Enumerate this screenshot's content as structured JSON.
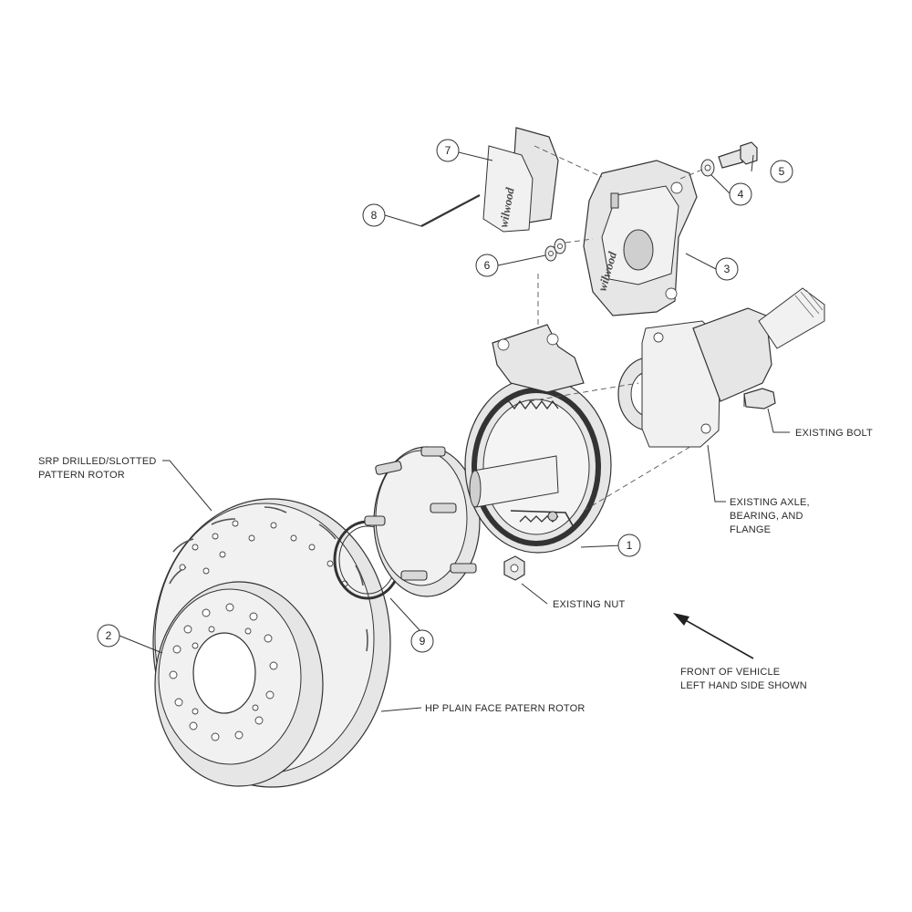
{
  "callouts": [
    {
      "id": "callout-1",
      "number": "1"
    },
    {
      "id": "callout-2",
      "number": "2"
    },
    {
      "id": "callout-3",
      "number": "3"
    },
    {
      "id": "callout-4",
      "number": "4"
    },
    {
      "id": "callout-5",
      "number": "5"
    },
    {
      "id": "callout-6",
      "number": "6"
    },
    {
      "id": "callout-7",
      "number": "7"
    },
    {
      "id": "callout-8",
      "number": "8"
    },
    {
      "id": "callout-9",
      "number": "9"
    }
  ],
  "labels": {
    "existing_bolt": "EXISTING BOLT",
    "existing_axle_1": "EXISTING AXLE,",
    "existing_axle_2": "BEARING,  AND",
    "existing_axle_3": "FLANGE",
    "existing_nut": "EXISTING NUT",
    "srp_rotor_1": "SRP DRILLED/SLOTTED",
    "srp_rotor_2": "PATTERN ROTOR",
    "hp_rotor": "HP PLAIN FACE PATERN ROTOR",
    "front_1": "FRONT OF VEHICLE",
    "front_2": "LEFT HAND SIDE SHOWN"
  },
  "logos": {
    "pad_logo": "wilwood",
    "caliper_logo": "wilwood"
  },
  "colors": {
    "line": "#333333",
    "part_fill": "#e6e6e6",
    "background": "#ffffff"
  }
}
